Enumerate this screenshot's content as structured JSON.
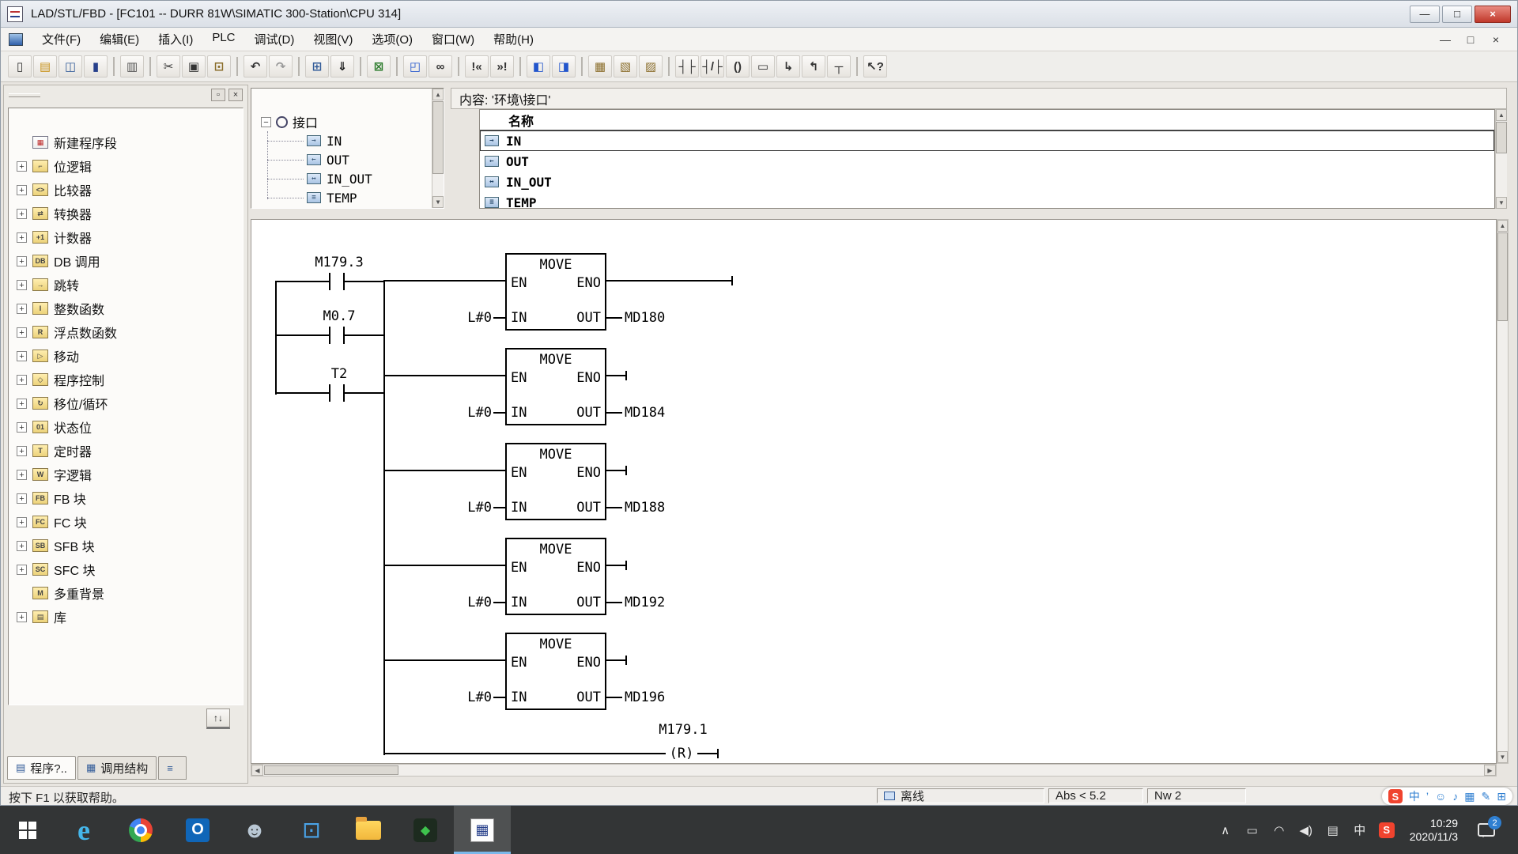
{
  "window": {
    "title": "LAD/STL/FBD  - [FC101 -- DURR 81W\\SIMATIC 300-Station\\CPU 314]",
    "controls": {
      "minimize": "—",
      "maximize": "□",
      "close": "×"
    }
  },
  "menu": {
    "items": [
      {
        "n": "menu-file",
        "label": "文件(F)"
      },
      {
        "n": "menu-edit",
        "label": "编辑(E)"
      },
      {
        "n": "menu-insert",
        "label": "插入(I)"
      },
      {
        "n": "menu-plc",
        "label": "PLC"
      },
      {
        "n": "menu-debug",
        "label": "调试(D)"
      },
      {
        "n": "menu-view",
        "label": "视图(V)"
      },
      {
        "n": "menu-options",
        "label": "选项(O)"
      },
      {
        "n": "menu-window",
        "label": "窗口(W)"
      },
      {
        "n": "menu-help",
        "label": "帮助(H)"
      }
    ],
    "mdi_controls": {
      "minimize": "—",
      "restore": "□",
      "close": "×"
    }
  },
  "toolbar": {
    "buttons": [
      {
        "k": "btn",
        "n": "new-button",
        "g": "▯",
        "act": true
      },
      {
        "k": "btn",
        "n": "open-button",
        "g": "▤",
        "c": "c8921a",
        "act": true
      },
      {
        "k": "btn",
        "n": "open-object-button",
        "g": "◫",
        "c": "335c99",
        "act": true
      },
      {
        "k": "btn",
        "n": "save-button",
        "g": "▮",
        "c": "27408b",
        "act": true
      },
      {
        "k": "sep",
        "n": "separator",
        "act": false
      },
      {
        "k": "btn",
        "n": "print-button",
        "g": "▥",
        "c": "555555",
        "act": true
      },
      {
        "k": "sep",
        "n": "separator",
        "act": false
      },
      {
        "k": "btn",
        "n": "cut-button",
        "g": "✂",
        "act": true
      },
      {
        "k": "btn",
        "n": "copy-button",
        "g": "▣",
        "act": true
      },
      {
        "k": "btn",
        "n": "paste-button",
        "g": "⊡",
        "c": "8a6d2a",
        "act": true
      },
      {
        "k": "sep",
        "n": "separator",
        "act": false
      },
      {
        "k": "btn",
        "n": "undo-button",
        "g": "↶",
        "act": true
      },
      {
        "k": "btn",
        "n": "redo-button",
        "g": "↷",
        "c": "999999",
        "act": true
      },
      {
        "k": "sep",
        "n": "separator",
        "act": false
      },
      {
        "k": "btn",
        "n": "goto-button",
        "g": "⊞",
        "c": "335c99",
        "act": true
      },
      {
        "k": "btn",
        "n": "download-button",
        "g": "⇓",
        "c": "111111",
        "act": true
      },
      {
        "k": "sep",
        "n": "separator",
        "act": false
      },
      {
        "k": "btn",
        "n": "compile-button",
        "g": "⊠",
        "c": "2a7a2a",
        "act": true
      },
      {
        "k": "sep",
        "n": "separator",
        "act": false
      },
      {
        "k": "btn",
        "n": "connect-button",
        "g": "◰",
        "c": "2255cc",
        "act": true
      },
      {
        "k": "btn",
        "n": "monitor-button",
        "g": "∞",
        "act": true
      },
      {
        "k": "sep",
        "n": "separator",
        "act": false
      },
      {
        "k": "btn",
        "n": "prev-error-button",
        "g": "!«",
        "act": true
      },
      {
        "k": "btn",
        "n": "next-error-button",
        "g": "»!",
        "act": true
      },
      {
        "k": "sep",
        "n": "separator",
        "act": false
      },
      {
        "k": "btn",
        "n": "window-split-button",
        "g": "◧",
        "c": "2255cc",
        "act": true
      },
      {
        "k": "btn",
        "n": "window-new-button",
        "g": "◨",
        "c": "2255cc",
        "act": true
      },
      {
        "k": "sep",
        "n": "separator",
        "act": false
      },
      {
        "k": "btn",
        "n": "new-network-button",
        "g": "▦",
        "c": "8a6d2a",
        "act": true
      },
      {
        "k": "btn",
        "n": "program-elements-button",
        "g": "▧",
        "c": "8a6d2a",
        "act": true
      },
      {
        "k": "btn",
        "n": "symbol-info-button",
        "g": "▨",
        "c": "8a6d2a",
        "act": true
      },
      {
        "k": "sep",
        "n": "separator",
        "act": false
      },
      {
        "k": "btn",
        "n": "contact-no-button",
        "g": "┤├",
        "act": true
      },
      {
        "k": "btn",
        "n": "contact-nc-button",
        "g": "┤/├",
        "act": true
      },
      {
        "k": "btn",
        "n": "coil-button",
        "g": "()",
        "act": true
      },
      {
        "k": "btn",
        "n": "empty-box-button",
        "g": "▭",
        "act": true
      },
      {
        "k": "btn",
        "n": "open-branch-button",
        "g": "↳",
        "act": true
      },
      {
        "k": "btn",
        "n": "close-branch-button",
        "g": "↰",
        "act": true
      },
      {
        "k": "btn",
        "n": "t-branch-button",
        "g": "┬",
        "act": true
      },
      {
        "k": "sep",
        "n": "separator",
        "act": false
      },
      {
        "k": "btn",
        "n": "context-help-button",
        "g": "↖?",
        "act": true
      }
    ]
  },
  "sidebar": {
    "top_buttons": [
      {
        "name": "float-panel-button",
        "glyph": "▫"
      },
      {
        "name": "close-panel-button",
        "glyph": "×"
      }
    ],
    "tree": [
      {
        "n": "tree-item-new-network",
        "label": "新建程序段",
        "plus": false,
        "badge": "▦",
        "bc": "red"
      },
      {
        "n": "tree-item-bit-logic",
        "label": "位逻辑",
        "plus": true,
        "badge": "⌐"
      },
      {
        "n": "tree-item-comparator",
        "label": "比较器",
        "plus": true,
        "badge": "<>"
      },
      {
        "n": "tree-item-converter",
        "label": "转换器",
        "plus": true,
        "badge": "⇄"
      },
      {
        "n": "tree-item-counter",
        "label": "计数器",
        "plus": true,
        "badge": "+1"
      },
      {
        "n": "tree-item-db-call",
        "label": "DB 调用",
        "plus": true,
        "badge": "DB"
      },
      {
        "n": "tree-item-jumps",
        "label": "跳转",
        "plus": true,
        "badge": "→"
      },
      {
        "n": "tree-item-integer-fn",
        "label": "整数函数",
        "plus": true,
        "badge": "I"
      },
      {
        "n": "tree-item-float-fn",
        "label": "浮点数函数",
        "plus": true,
        "badge": "R"
      },
      {
        "n": "tree-item-move",
        "label": "移动",
        "plus": true,
        "badge": "▷"
      },
      {
        "n": "tree-item-program-control",
        "label": "程序控制",
        "plus": true,
        "badge": "◇"
      },
      {
        "n": "tree-item-shift-rotate",
        "label": "移位/循环",
        "plus": true,
        "badge": "↻"
      },
      {
        "n": "tree-item-status-bits",
        "label": "状态位",
        "plus": true,
        "badge": "01"
      },
      {
        "n": "tree-item-timers",
        "label": "定时器",
        "plus": true,
        "badge": "T"
      },
      {
        "n": "tree-item-word-logic",
        "label": "字逻辑",
        "plus": true,
        "badge": "W"
      },
      {
        "n": "tree-item-fb-blocks",
        "label": "FB 块",
        "plus": true,
        "badge": "FB"
      },
      {
        "n": "tree-item-fc-blocks",
        "label": "FC 块",
        "plus": true,
        "badge": "FC"
      },
      {
        "n": "tree-item-sfb-blocks",
        "label": "SFB 块",
        "plus": true,
        "badge": "SB"
      },
      {
        "n": "tree-item-sfc-blocks",
        "label": "SFC 块",
        "plus": true,
        "badge": "SC"
      },
      {
        "n": "tree-item-multi-instance",
        "label": "多重背景",
        "plus": false,
        "badge": "M"
      },
      {
        "n": "tree-item-libraries",
        "label": "库",
        "plus": true,
        "badge": "▤"
      }
    ],
    "resize_glyph": "↑↓",
    "tabs": [
      {
        "n": "tab-program-elements",
        "label": "程序?..",
        "glyph": "▤",
        "active": true
      },
      {
        "n": "tab-call-structure",
        "label": "调用结构",
        "glyph": "▦",
        "active": false
      },
      {
        "n": "tab-list",
        "label": "",
        "glyph": "≡",
        "active": false
      }
    ]
  },
  "interface_panel": {
    "minus_glyph": "−",
    "root": "接口",
    "items": [
      {
        "label": "IN",
        "glyph": "→"
      },
      {
        "label": "OUT",
        "glyph": "←"
      },
      {
        "label": "IN_OUT",
        "glyph": "↔"
      },
      {
        "label": "TEMP",
        "glyph": "≡"
      }
    ],
    "scroll": {
      "up": "▲",
      "down": "▼"
    }
  },
  "content_panel": {
    "header": "内容:  '环境\\接口'",
    "name_column": "名称",
    "rows": [
      {
        "label": "IN",
        "glyph": "→",
        "selected": true
      },
      {
        "label": "OUT",
        "glyph": "←",
        "selected": false
      },
      {
        "label": "IN_OUT",
        "glyph": "↔",
        "selected": false
      },
      {
        "label": "TEMP",
        "glyph": "≡",
        "selected": false
      }
    ],
    "scroll": {
      "up": "▲",
      "down": "▼"
    }
  },
  "ladder": {
    "contacts": [
      {
        "label": "M179.3"
      },
      {
        "label": "M0.7"
      },
      {
        "label": "T2"
      }
    ],
    "blocks": [
      {
        "title": "MOVE",
        "en": "EN",
        "eno": "ENO",
        "in": "IN",
        "out": "OUT",
        "in_operand": "L#0",
        "out_operand": "MD180"
      },
      {
        "title": "MOVE",
        "en": "EN",
        "eno": "ENO",
        "in": "IN",
        "out": "OUT",
        "in_operand": "L#0",
        "out_operand": "MD184"
      },
      {
        "title": "MOVE",
        "en": "EN",
        "eno": "ENO",
        "in": "IN",
        "out": "OUT",
        "in_operand": "L#0",
        "out_operand": "MD188"
      },
      {
        "title": "MOVE",
        "en": "EN",
        "eno": "ENO",
        "in": "IN",
        "out": "OUT",
        "in_operand": "L#0",
        "out_operand": "MD192"
      },
      {
        "title": "MOVE",
        "en": "EN",
        "eno": "ENO",
        "in": "IN",
        "out": "OUT",
        "in_operand": "L#0",
        "out_operand": "MD196"
      }
    ],
    "coil": {
      "label": "M179.1",
      "symbol": "(R)"
    },
    "scroll": {
      "up": "▲",
      "down": "▼",
      "left": "◀",
      "right": "▶"
    }
  },
  "statusbar": {
    "help": "按下 F1 以获取帮助。",
    "connection": "离线",
    "abs": "Abs < 5.2",
    "network": "Nw 2",
    "ime": [
      {
        "name": "sogou-logo-icon",
        "glyph": "S",
        "kind": "sogou"
      },
      {
        "name": "ime-language-icon",
        "glyph": "中"
      },
      {
        "name": "ime-symbol-icon",
        "glyph": "’"
      },
      {
        "name": "ime-emoji-icon",
        "glyph": "☺"
      },
      {
        "name": "ime-voice-icon",
        "glyph": "♪"
      },
      {
        "name": "ime-keyboard-icon",
        "glyph": "▦"
      },
      {
        "name": "ime-pen-icon",
        "glyph": "✎"
      },
      {
        "name": "ime-toolbox-icon",
        "glyph": "⊞"
      }
    ]
  },
  "taskbar": {
    "apps": [
      {
        "name": "taskbar-edge-icon",
        "glyph": "e",
        "kind": "edge",
        "active": false
      },
      {
        "name": "taskbar-chrome-icon",
        "glyph": "",
        "kind": "chrome",
        "active": false
      },
      {
        "name": "taskbar-outlook-icon",
        "glyph": "O",
        "kind": "outlook",
        "active": false
      },
      {
        "name": "taskbar-people-icon",
        "glyph": "☻",
        "kind": "people",
        "active": false
      },
      {
        "name": "taskbar-store-icon",
        "glyph": "⊡",
        "kind": "store",
        "active": false
      },
      {
        "name": "taskbar-explorer-icon",
        "glyph": "",
        "kind": "explorer",
        "active": false
      },
      {
        "name": "taskbar-media-icon",
        "glyph": "◆",
        "kind": "media",
        "active": false
      },
      {
        "name": "taskbar-step7-icon",
        "glyph": "▦",
        "kind": "step7",
        "active": true
      }
    ],
    "tray": [
      {
        "name": "tray-chevron-icon",
        "glyph": "∧"
      },
      {
        "name": "tray-display-icon",
        "glyph": "▭"
      },
      {
        "name": "tray-wifi-icon",
        "glyph": "◠"
      },
      {
        "name": "tray-volume-icon",
        "glyph": "◀)"
      },
      {
        "name": "tray-keyboard-icon",
        "glyph": "▤"
      },
      {
        "name": "tray-ime-icon",
        "glyph": "中"
      },
      {
        "name": "tray-sogou-icon",
        "glyph": "S",
        "kind": "sogou"
      }
    ],
    "time": "10:29",
    "date": "2020/11/3",
    "badge": "2"
  }
}
